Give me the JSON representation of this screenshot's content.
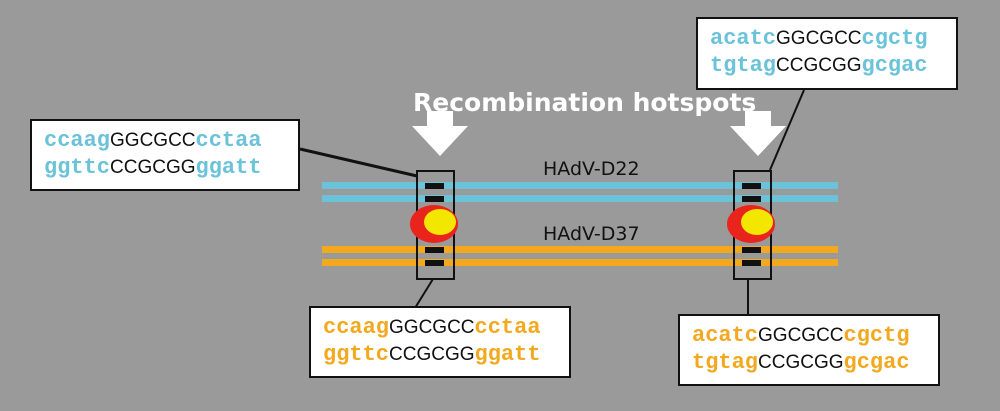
{
  "title": "Recombination hotspots",
  "strains": {
    "top": "HAdV-D22",
    "bottom": "HAdV-D37"
  },
  "colors": {
    "background": "#9a9a9a",
    "d22_strand": "#6bc3d9",
    "d37_strand": "#f2a91f",
    "hotspot_outer": "#e8241c",
    "hotspot_inner": "#f3e600"
  },
  "sequences": {
    "left_top": {
      "l1": {
        "a": "ccaag",
        "b": "GGCGCC",
        "c": "cctaa"
      },
      "l2": {
        "a": "ggttc",
        "b": "CCGCGG",
        "c": "ggatt"
      }
    },
    "left_bottom": {
      "l1": {
        "a": "ccaag",
        "b": "GGCGCC",
        "c": "cctaa"
      },
      "l2": {
        "a": "ggttc",
        "b": "CCGCGG",
        "c": "ggatt"
      }
    },
    "right_top": {
      "l1": {
        "a": "acatc",
        "b": "GGCGCC",
        "c": "cgctg"
      },
      "l2": {
        "a": "tgtag",
        "b": "CCGCGG",
        "c": "gcgac"
      }
    },
    "right_bottom": {
      "l1": {
        "a": "acatc",
        "b": "GGCGCC",
        "c": "cgctg"
      },
      "l2": {
        "a": "tgtag",
        "b": "CCGCGG",
        "c": "gcgac"
      }
    }
  }
}
